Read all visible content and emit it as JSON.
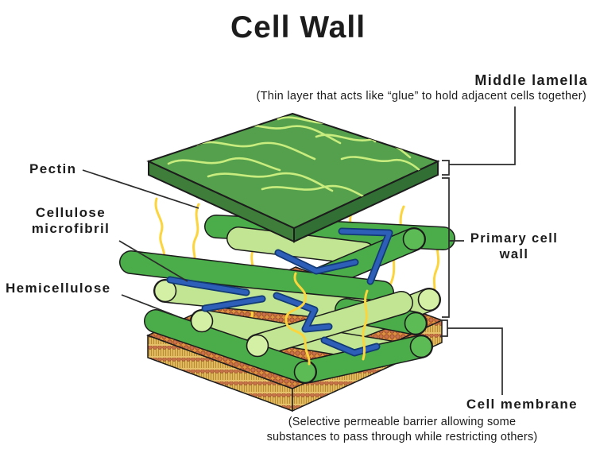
{
  "header": {
    "title": "Cell Wall"
  },
  "annotations": {
    "middle_lamella": {
      "label": "Middle lamella",
      "description": "(Thin layer that acts like “glue” to hold adjacent cells together)"
    },
    "pectin": {
      "label": "Pectin"
    },
    "cellulose_microfibril": {
      "label_line1": "Cellulose",
      "label_line2": "microfibril"
    },
    "hemicellulose": {
      "label": "Hemicellulose"
    },
    "primary_cell_wall": {
      "label_line1": "Primary cell",
      "label_line2": "wall"
    },
    "cell_membrane": {
      "label": "Cell membrane",
      "description_line1": "(Selective permeable barrier allowing some",
      "description_line2": "substances to pass through while restricting others)"
    }
  },
  "colors": {
    "middle_lamella_top": "#55a04c",
    "middle_lamella_side_left": "#3f7d3b",
    "middle_lamella_side_right": "#326f35",
    "lamella_fiber": "#c8ec7e",
    "microfibril_green": "#4aad49",
    "microfibril_green_cap": "#5cbb55",
    "microfibril_light": "#c1e592",
    "microfibril_light_cap": "#d4f0a4",
    "hemicellulose_blue": "#2e5fb8",
    "hemicellulose_blue_outline": "#123a75",
    "pectin_yellow": "#fcd43c",
    "membrane_base": "#dd9140",
    "membrane_head_dot": "#c9714a",
    "membrane_head_dot_outline": "#9a4d28",
    "membrane_side": "#e5c169",
    "membrane_side_stripe": "#bb8c2f",
    "outline": "#1c1c1c",
    "annotation_line": "#2b2b2b",
    "text": "#1c1c1c"
  }
}
